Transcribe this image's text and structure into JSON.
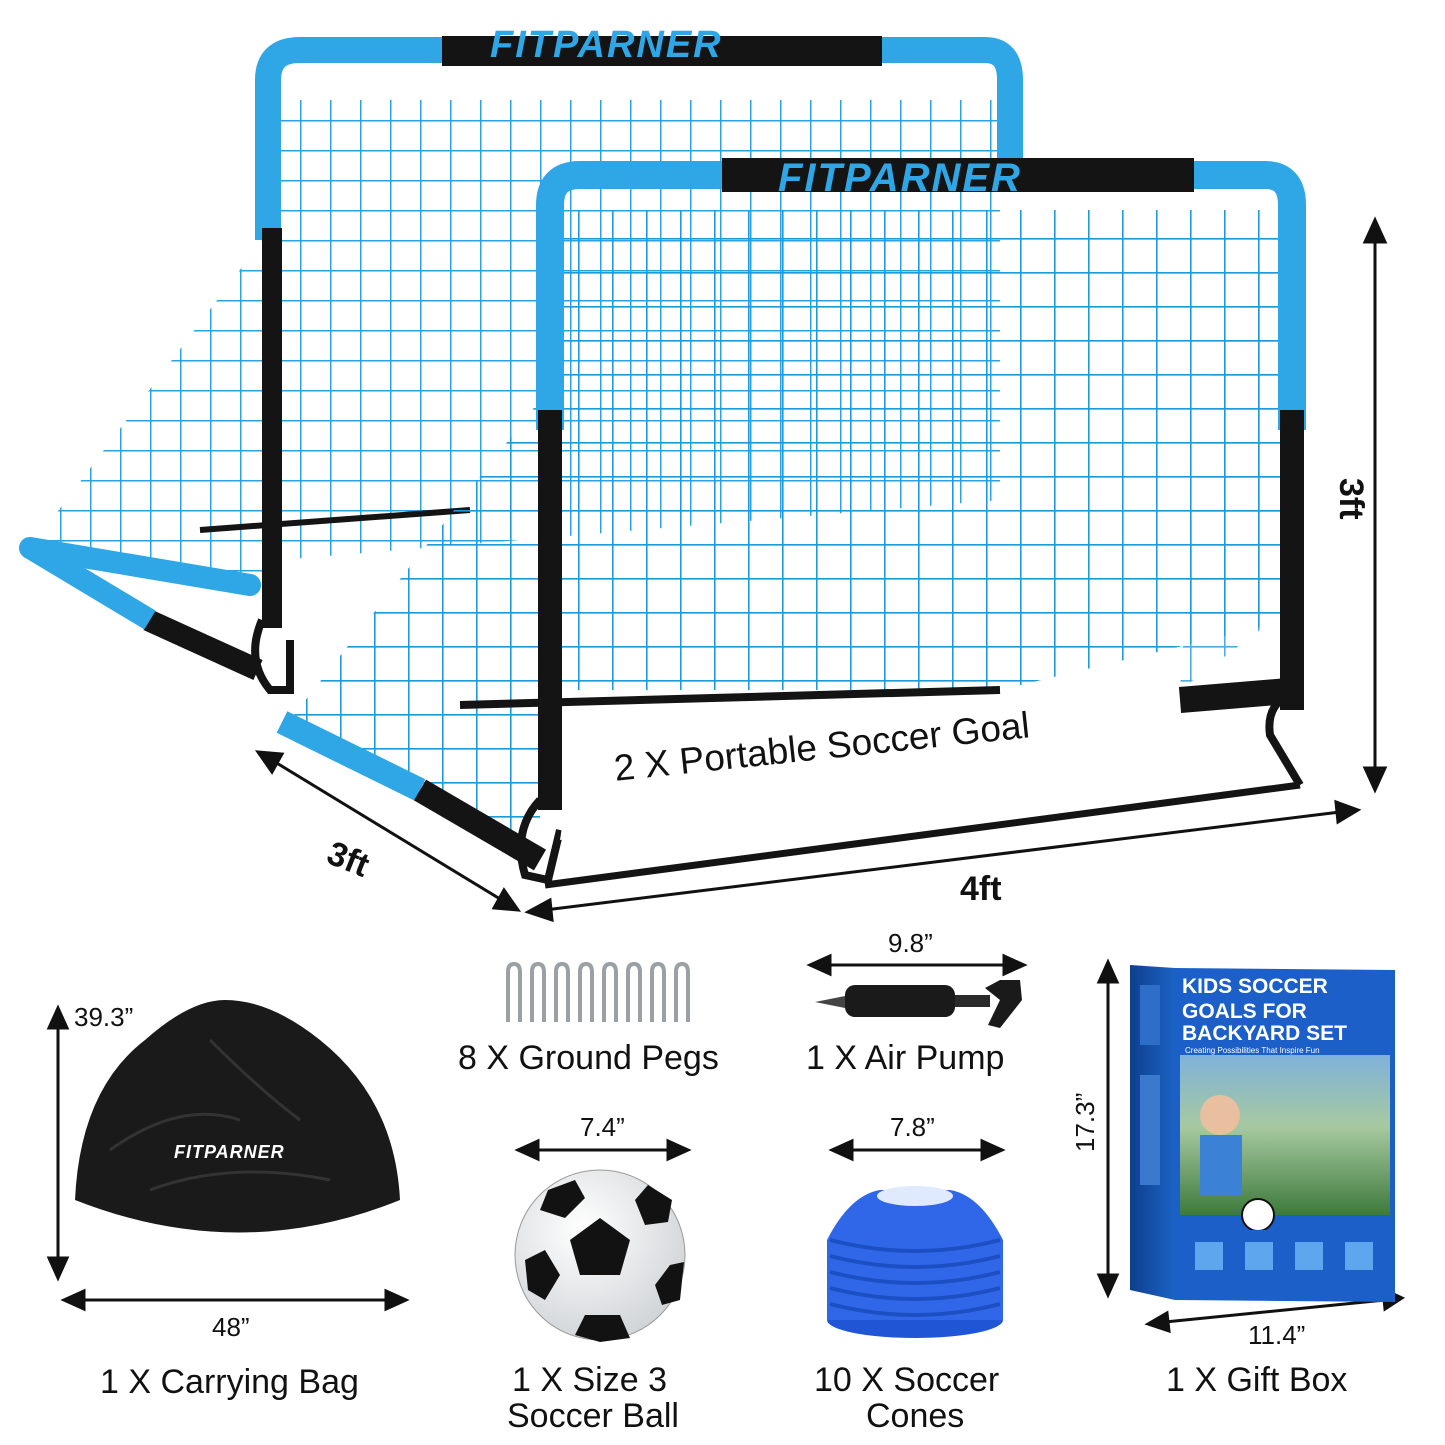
{
  "brand": "FITPARNER",
  "colors": {
    "accent": "#2fa6e6",
    "accent_dark": "#1a8ccf",
    "black": "#141414",
    "cone_blue": "#2f67e8"
  },
  "goal": {
    "label": "2 X Portable Soccer Goal",
    "height": "3ft",
    "depth": "3ft",
    "width": "4ft"
  },
  "items": {
    "bag": {
      "caption": "1 X Carrying Bag",
      "height": "39.3”",
      "width": "48”",
      "logo": "FITPARNER"
    },
    "pegs": {
      "caption": "8 X Ground Pegs"
    },
    "pump": {
      "caption": "1 X Air Pump",
      "width": "9.8”"
    },
    "ball": {
      "caption_line1": "1 X Size 3",
      "caption_line2": "Soccer Ball",
      "width": "7.4”"
    },
    "cones": {
      "caption_line1": "10 X Soccer",
      "caption_line2": "Cones",
      "width": "7.8”"
    },
    "box": {
      "caption": "1 X Gift Box",
      "height": "17.3”",
      "width": "11.4”",
      "title_line1": "KIDS SOCCER",
      "title_line2": "GOALS FOR",
      "title_line3": "BACKYARD SET",
      "tagline": "Creating Possibilities That Inspire Fun"
    }
  }
}
